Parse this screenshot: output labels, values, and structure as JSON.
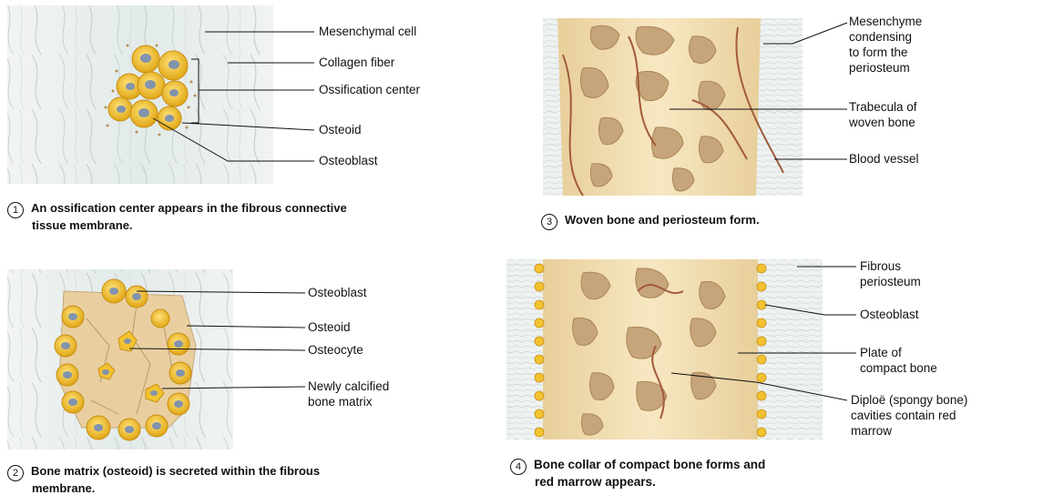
{
  "panels": [
    {
      "number": "1",
      "caption_lines": [
        "An ossification center appears in the fibrous connective",
        "tissue membrane."
      ],
      "labels": [
        "Mesenchymal cell",
        "Collagen fiber",
        "Ossification center",
        "Osteoid",
        "Osteoblast"
      ]
    },
    {
      "number": "2",
      "caption_lines": [
        "Bone matrix (osteoid) is secreted within the fibrous",
        "membrane."
      ],
      "labels": [
        "Osteoblast",
        "Osteoid",
        "Osteocyte",
        "Newly calcified",
        "bone matrix"
      ]
    },
    {
      "number": "3",
      "caption_lines": [
        "Woven bone and periosteum form."
      ],
      "labels": [
        "Mesenchyme",
        "condensing",
        "to form the",
        "periosteum",
        "Trabecula of",
        "woven bone",
        "Blood vessel"
      ]
    },
    {
      "number": "4",
      "caption_lines": [
        "Bone collar of compact bone forms and",
        "red marrow appears."
      ],
      "labels": [
        "Fibrous",
        "periosteum",
        "Osteoblast",
        "Plate of",
        "compact bone",
        "Diploë (spongy bone)",
        "cavities contain red",
        "marrow"
      ]
    }
  ],
  "colors": {
    "tissue_bg": "#e4ecec",
    "fiber": "#b9c4c4",
    "cell_yellow": "#f2c230",
    "cell_nucleus": "#7f8fa8",
    "bone": "#f1ddb2",
    "bone_cavity": "#c4a27a",
    "vessel": "#a35a3a",
    "leader": "#111111"
  }
}
